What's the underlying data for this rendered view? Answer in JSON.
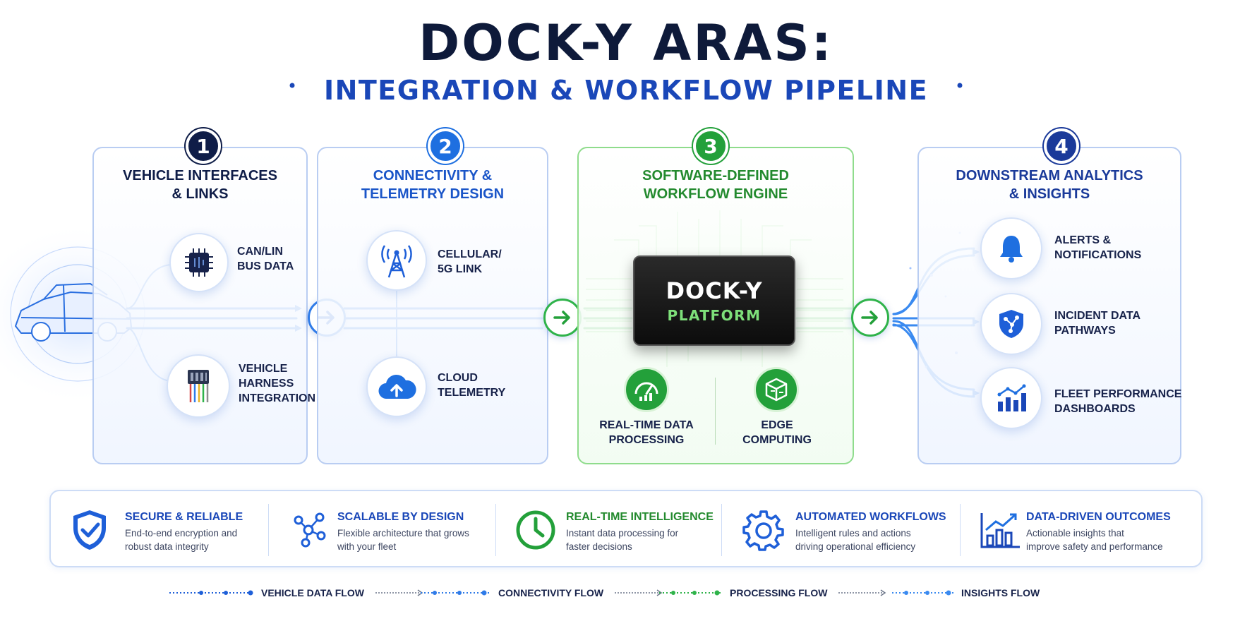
{
  "header": {
    "title": "DOCK-Y ARAS:",
    "subtitle": "INTEGRATION & WORKFLOW PIPELINE"
  },
  "stages": [
    {
      "number": "1",
      "title_line1": "VEHICLE INTERFACES",
      "title_line2": "& LINKS",
      "items": [
        {
          "line1": "CAN/LIN",
          "line2": "BUS DATA",
          "icon": "chip-icon"
        },
        {
          "line1": "VEHICLE",
          "line2": "HARNESS",
          "line3": "INTEGRATION",
          "icon": "harness-connector-icon"
        }
      ]
    },
    {
      "number": "2",
      "title_line1": "CONNECTIVITY &",
      "title_line2": "TELEMETRY DESIGN",
      "items": [
        {
          "line1": "CELLULAR/",
          "line2": "5G LINK",
          "icon": "cell-tower-icon"
        },
        {
          "line1": "CLOUD",
          "line2": "TELEMETRY",
          "icon": "cloud-upload-icon"
        }
      ]
    },
    {
      "number": "3",
      "title_line1": "SOFTWARE-DEFINED",
      "title_line2": "WORKFLOW ENGINE",
      "chip_title": "DOCK-Y",
      "chip_subtitle": "PLATFORM",
      "items": [
        {
          "line1": "REAL-TIME DATA",
          "line2": "PROCESSING",
          "icon": "gauge-icon"
        },
        {
          "line1": "EDGE",
          "line2": "COMPUTING",
          "icon": "edge-cube-icon"
        }
      ]
    },
    {
      "number": "4",
      "title_line1": "DOWNSTREAM ANALYTICS",
      "title_line2": "& INSIGHTS",
      "items": [
        {
          "line1": "ALERTS &",
          "line2": "NOTIFICATIONS",
          "icon": "bell-icon"
        },
        {
          "line1": "INCIDENT DATA",
          "line2": "PATHWAYS",
          "icon": "shield-network-icon"
        },
        {
          "line1": "FLEET PERFORMANCE",
          "line2": "DASHBOARDS",
          "icon": "bar-chart-icon"
        }
      ]
    }
  ],
  "benefits": [
    {
      "title": "SECURE & RELIABLE",
      "desc_line1": "End-to-end encryption and",
      "desc_line2": "robust data integrity",
      "icon": "shield-check-icon"
    },
    {
      "title": "SCALABLE BY DESIGN",
      "desc_line1": "Flexible architecture that grows",
      "desc_line2": "with your fleet",
      "icon": "network-nodes-icon"
    },
    {
      "title": "REAL-TIME INTELLIGENCE",
      "desc_line1": "Instant data processing for",
      "desc_line2": "faster decisions",
      "icon": "clock-icon"
    },
    {
      "title": "AUTOMATED WORKFLOWS",
      "desc_line1": "Intelligent rules and actions",
      "desc_line2": "driving operational efficiency",
      "icon": "gear-icon"
    },
    {
      "title": "DATA-DRIVEN OUTCOMES",
      "desc_line1": "Actionable insights that",
      "desc_line2": "improve safety and performance",
      "icon": "trend-chart-icon"
    }
  ],
  "legend": [
    {
      "label": "VEHICLE DATA FLOW",
      "color": "#1e5fd8"
    },
    {
      "label": "CONNECTIVITY FLOW",
      "color": "#2f7be8"
    },
    {
      "label": "PROCESSING FLOW",
      "color": "#2fb34a"
    },
    {
      "label": "INSIGHTS FLOW",
      "color": "#3a8af0"
    }
  ],
  "colors": {
    "navy": "#0f1d48",
    "blue": "#1e6fe0",
    "green": "#23a03a",
    "flow_blue": "#2f7be8",
    "flow_green": "#2fb34a"
  }
}
